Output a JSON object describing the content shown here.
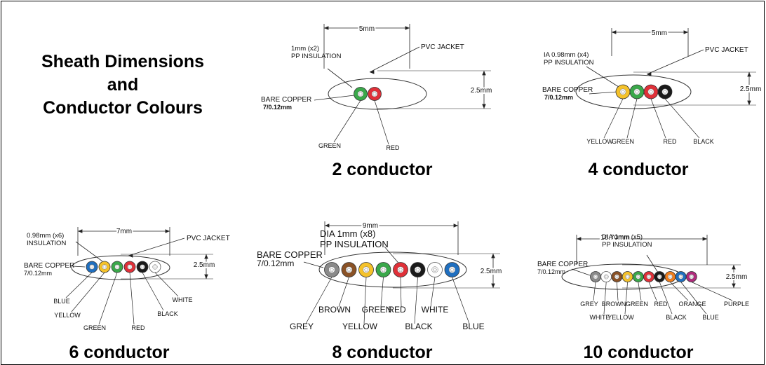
{
  "header": {
    "line1": "Sheath Dimensions",
    "line2": "and",
    "line3": "Conductor Colours"
  },
  "colors": {
    "GREEN": "#3aa84a",
    "RED": "#e03038",
    "YELLOW": "#f5c22a",
    "BLACK": "#1a1a1a",
    "BLUE": "#1f6fc0",
    "WHITE": "#ffffff",
    "GREY": "#8a8a8a",
    "BROWN": "#8a5226",
    "ORANGE": "#f07d1c",
    "PURPLE": "#b02a7c"
  },
  "diagrams": [
    {
      "id": "c2",
      "caption": "2 conductor",
      "width_label": "5mm",
      "height_label": "2.5mm",
      "insulation_label_1": "1mm (x2)",
      "insulation_label_2": "PP INSULATION",
      "copper_label_1": "BARE COPPER",
      "copper_label_2": "7/0.12mm",
      "jacket_label": "PVC JACKET",
      "conductors": [
        {
          "color": "GREEN",
          "label": "GREEN"
        },
        {
          "color": "RED",
          "label": "RED"
        }
      ]
    },
    {
      "id": "c4",
      "caption": "4 conductor",
      "width_label": "5mm",
      "height_label": "2.5mm",
      "insulation_label_1": "IA 0.98mm (x4)",
      "insulation_label_2": "PP INSULATION",
      "copper_label_1": "BARE COPPER",
      "copper_label_2": "7/0.12mm",
      "jacket_label": "PVC JACKET",
      "conductors": [
        {
          "color": "YELLOW",
          "label": "YELLOW"
        },
        {
          "color": "GREEN",
          "label": "GREEN"
        },
        {
          "color": "RED",
          "label": "RED"
        },
        {
          "color": "BLACK",
          "label": "BLACK"
        }
      ]
    },
    {
      "id": "c6",
      "caption": "6 conductor",
      "width_label": "7mm",
      "height_label": "2.5mm",
      "insulation_label_1": "0.98mm (x6)",
      "insulation_label_2": "INSULATION",
      "copper_label_1": "BARE COPPER",
      "copper_label_2": "7/0.12mm",
      "jacket_label": "PVC JACKET",
      "conductors": [
        {
          "color": "BLUE",
          "label": "BLUE"
        },
        {
          "color": "YELLOW",
          "label": "YELLOW"
        },
        {
          "color": "GREEN",
          "label": "GREEN"
        },
        {
          "color": "RED",
          "label": "RED"
        },
        {
          "color": "BLACK",
          "label": "BLACK"
        },
        {
          "color": "WHITE",
          "label": "WHITE"
        }
      ]
    },
    {
      "id": "c8",
      "caption": "8 conductor",
      "width_label": "9mm",
      "height_label": "2.5mm",
      "insulation_label_1": "DIA 1mm (x8)",
      "insulation_label_2": "PP INSULATION",
      "copper_label_1": "BARE COPPER",
      "copper_label_2": "7/0.12mm",
      "jacket_label": "",
      "conductors": [
        {
          "color": "GREY",
          "label": "GREY"
        },
        {
          "color": "BROWN",
          "label": "BROWN"
        },
        {
          "color": "YELLOW",
          "label": "YELLOW"
        },
        {
          "color": "GREEN",
          "label": "GREEN"
        },
        {
          "color": "RED",
          "label": "RED"
        },
        {
          "color": "BLACK",
          "label": "BLACK"
        },
        {
          "color": "WHITE",
          "label": "WHITE"
        },
        {
          "color": "BLUE",
          "label": "BLUE"
        }
      ]
    },
    {
      "id": "c10",
      "caption": "10 conductor",
      "width_label": "10.70mm",
      "height_label": "2.5mm",
      "insulation_label_1": "DIA 1mm (x5)",
      "insulation_label_2": "PP INSULATION",
      "copper_label_1": "BARE COPPER",
      "copper_label_2": "7/0.12mm",
      "jacket_label": "",
      "conductors": [
        {
          "color": "GREY",
          "label": "GREY"
        },
        {
          "color": "WHITE",
          "label": "WHITE"
        },
        {
          "color": "BROWN",
          "label": "BROWN"
        },
        {
          "color": "YELLOW",
          "label": "YELLOW"
        },
        {
          "color": "GREEN",
          "label": "GREEN"
        },
        {
          "color": "RED",
          "label": "RED"
        },
        {
          "color": "BLACK",
          "label": "BLACK"
        },
        {
          "color": "ORANGE",
          "label": "ORANGE"
        },
        {
          "color": "BLUE",
          "label": "BLUE"
        },
        {
          "color": "PURPLE",
          "label": "PURPLE"
        }
      ]
    }
  ]
}
